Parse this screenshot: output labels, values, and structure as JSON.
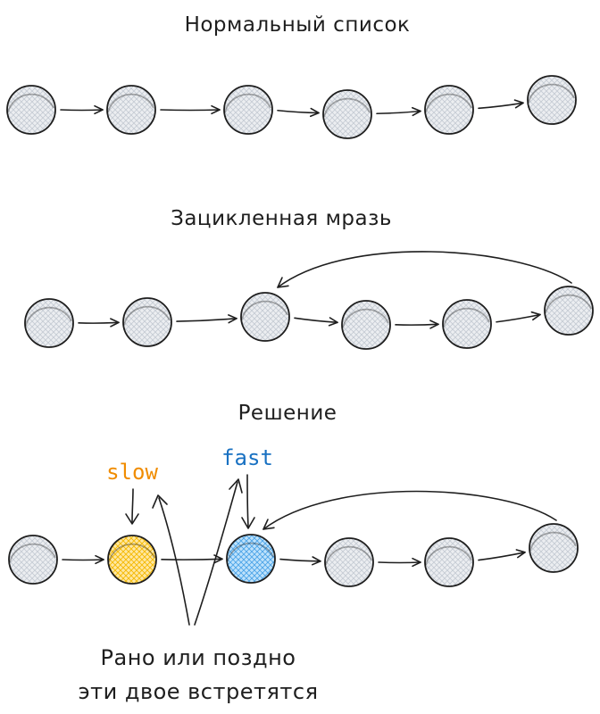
{
  "sections": [
    {
      "title": "Нормальный список",
      "cycle": false
    },
    {
      "title": "Зацикленная мразь",
      "cycle": true
    },
    {
      "title": "Решение",
      "cycle": true
    }
  ],
  "pointers": {
    "slow": {
      "label": "slow",
      "node_index": 1,
      "color": "#f08c00",
      "fill": "#ffd43b"
    },
    "fast": {
      "label": "fast",
      "node_index": 2,
      "color": "#1971c2",
      "fill": "#74c0fc"
    }
  },
  "caption": {
    "line1": "Рано или поздно",
    "line2": "эти двое встретятся"
  },
  "colors": {
    "stroke": "#1e1e1e",
    "node_hatch": "#c6ccd4",
    "node_fill": "#eceef1"
  }
}
